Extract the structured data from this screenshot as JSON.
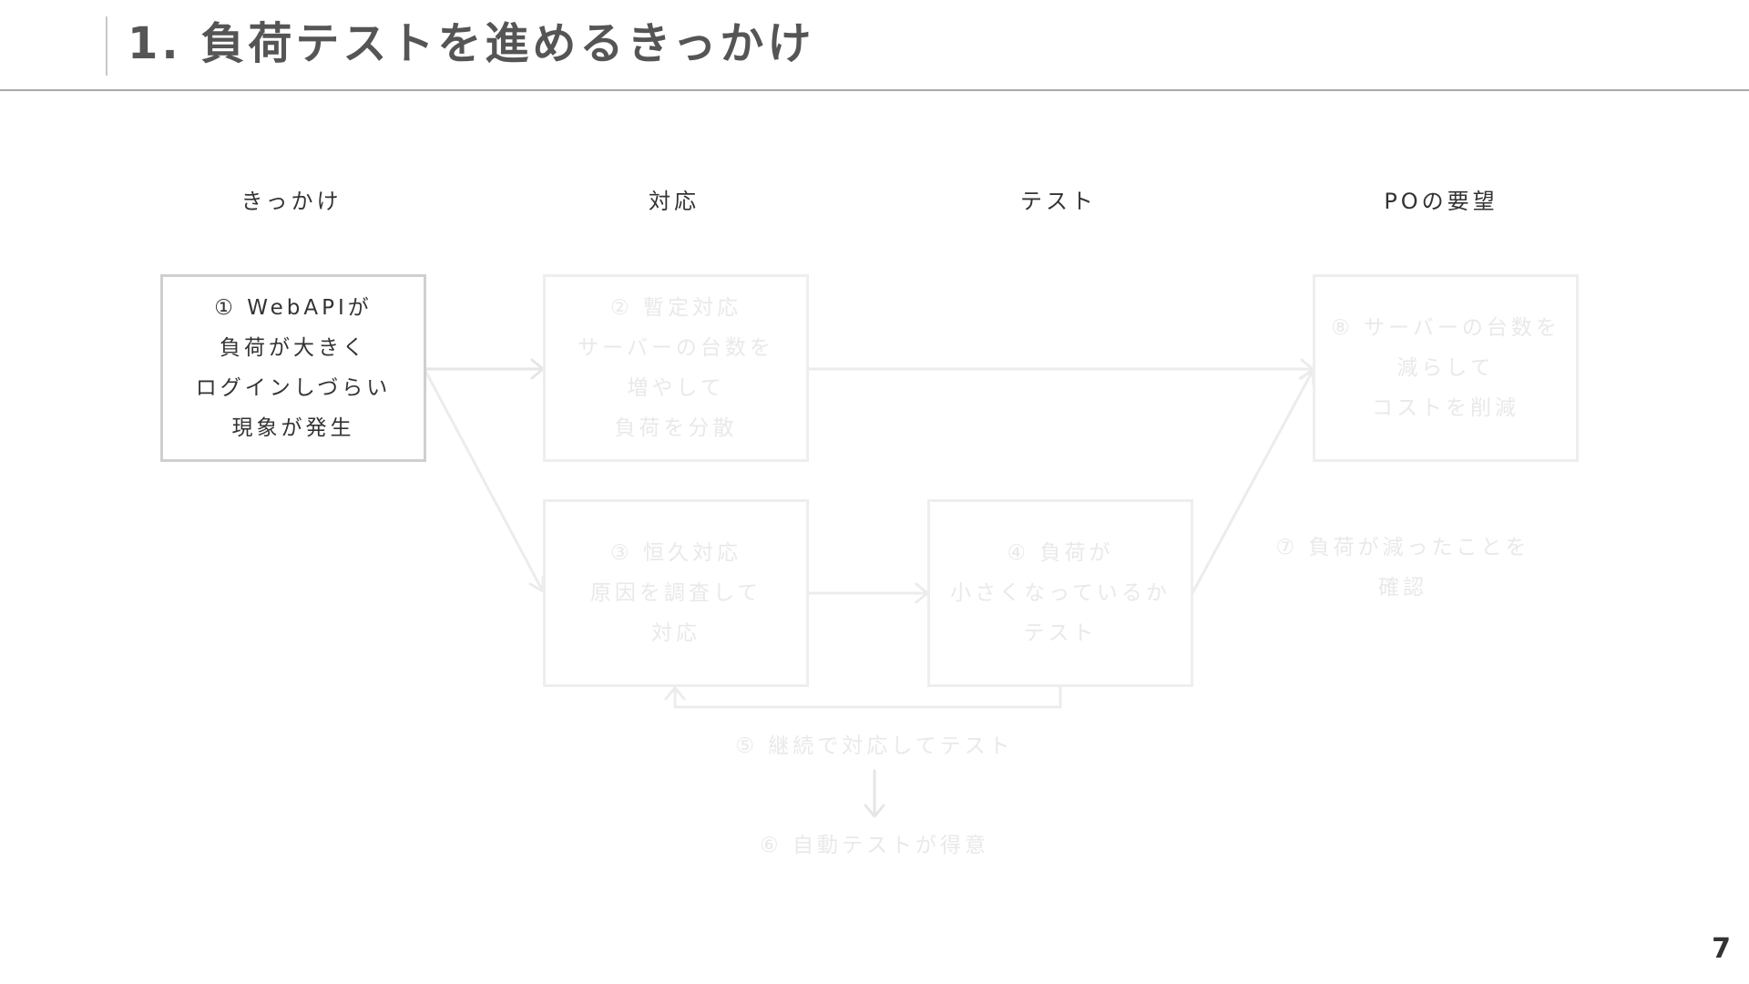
{
  "header": {
    "title": "1. 負荷テストを進めるきっかけ"
  },
  "columns": [
    "きっかけ",
    "対応",
    "テスト",
    "POの要望"
  ],
  "nodes": {
    "trigger": [
      "① WebAPIが",
      "負荷が大きく",
      "ログインしづらい",
      "現象が発生"
    ],
    "temporary_fix": [
      "② 暫定対応",
      "サーバーの台数を",
      "増やして",
      "負荷を分散"
    ],
    "permanent_fix": [
      "③ 恒久対応",
      "原因を調査して",
      "対応"
    ],
    "load_test": [
      "④ 負荷が",
      "小さくなっているか",
      "テスト"
    ],
    "po_request": [
      "⑧ サーバーの台数を",
      "減らして",
      "コストを削減"
    ]
  },
  "labels": {
    "continuous": "⑤ 継続で対応してテスト",
    "automated_test": "⑥ 自動テストが得意",
    "confirm": [
      "⑦ 負荷が減ったことを",
      "確認"
    ]
  },
  "colors": {
    "active_border": "#cfcfcf",
    "faded": "#eeeeee",
    "title": "#555555"
  },
  "page_number": "7"
}
